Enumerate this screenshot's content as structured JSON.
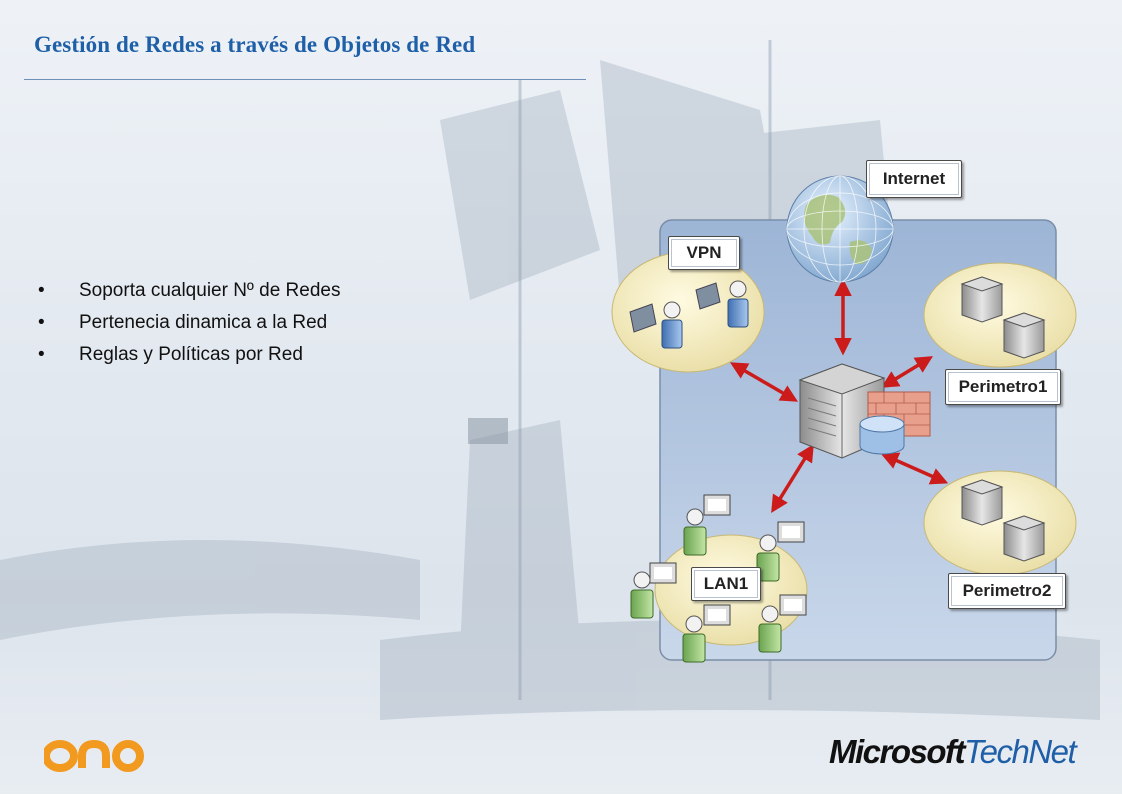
{
  "title": "Gestión de Redes a través de Objetos de Red",
  "bullets": [
    "Soporta cualquier Nº de Redes",
    "Pertenecia dinamica a la Red",
    "Reglas y Políticas por Red"
  ],
  "bullet_glyph": "•",
  "diagram": {
    "labels": {
      "internet": "Internet",
      "vpn": "VPN",
      "perimetro1": "Perimetro1",
      "perimetro2": "Perimetro2",
      "lan1": "LAN1"
    }
  },
  "logos": {
    "microsoft": "Microsoft",
    "technet": "TechNet",
    "ono": "ONO"
  },
  "colors": {
    "title": "#1f5fa8",
    "arrow": "#cc1b1b",
    "network_panel": "#a9bfdc",
    "bubble": "#f1e8b4",
    "ono_orange": "#f29a1f"
  }
}
